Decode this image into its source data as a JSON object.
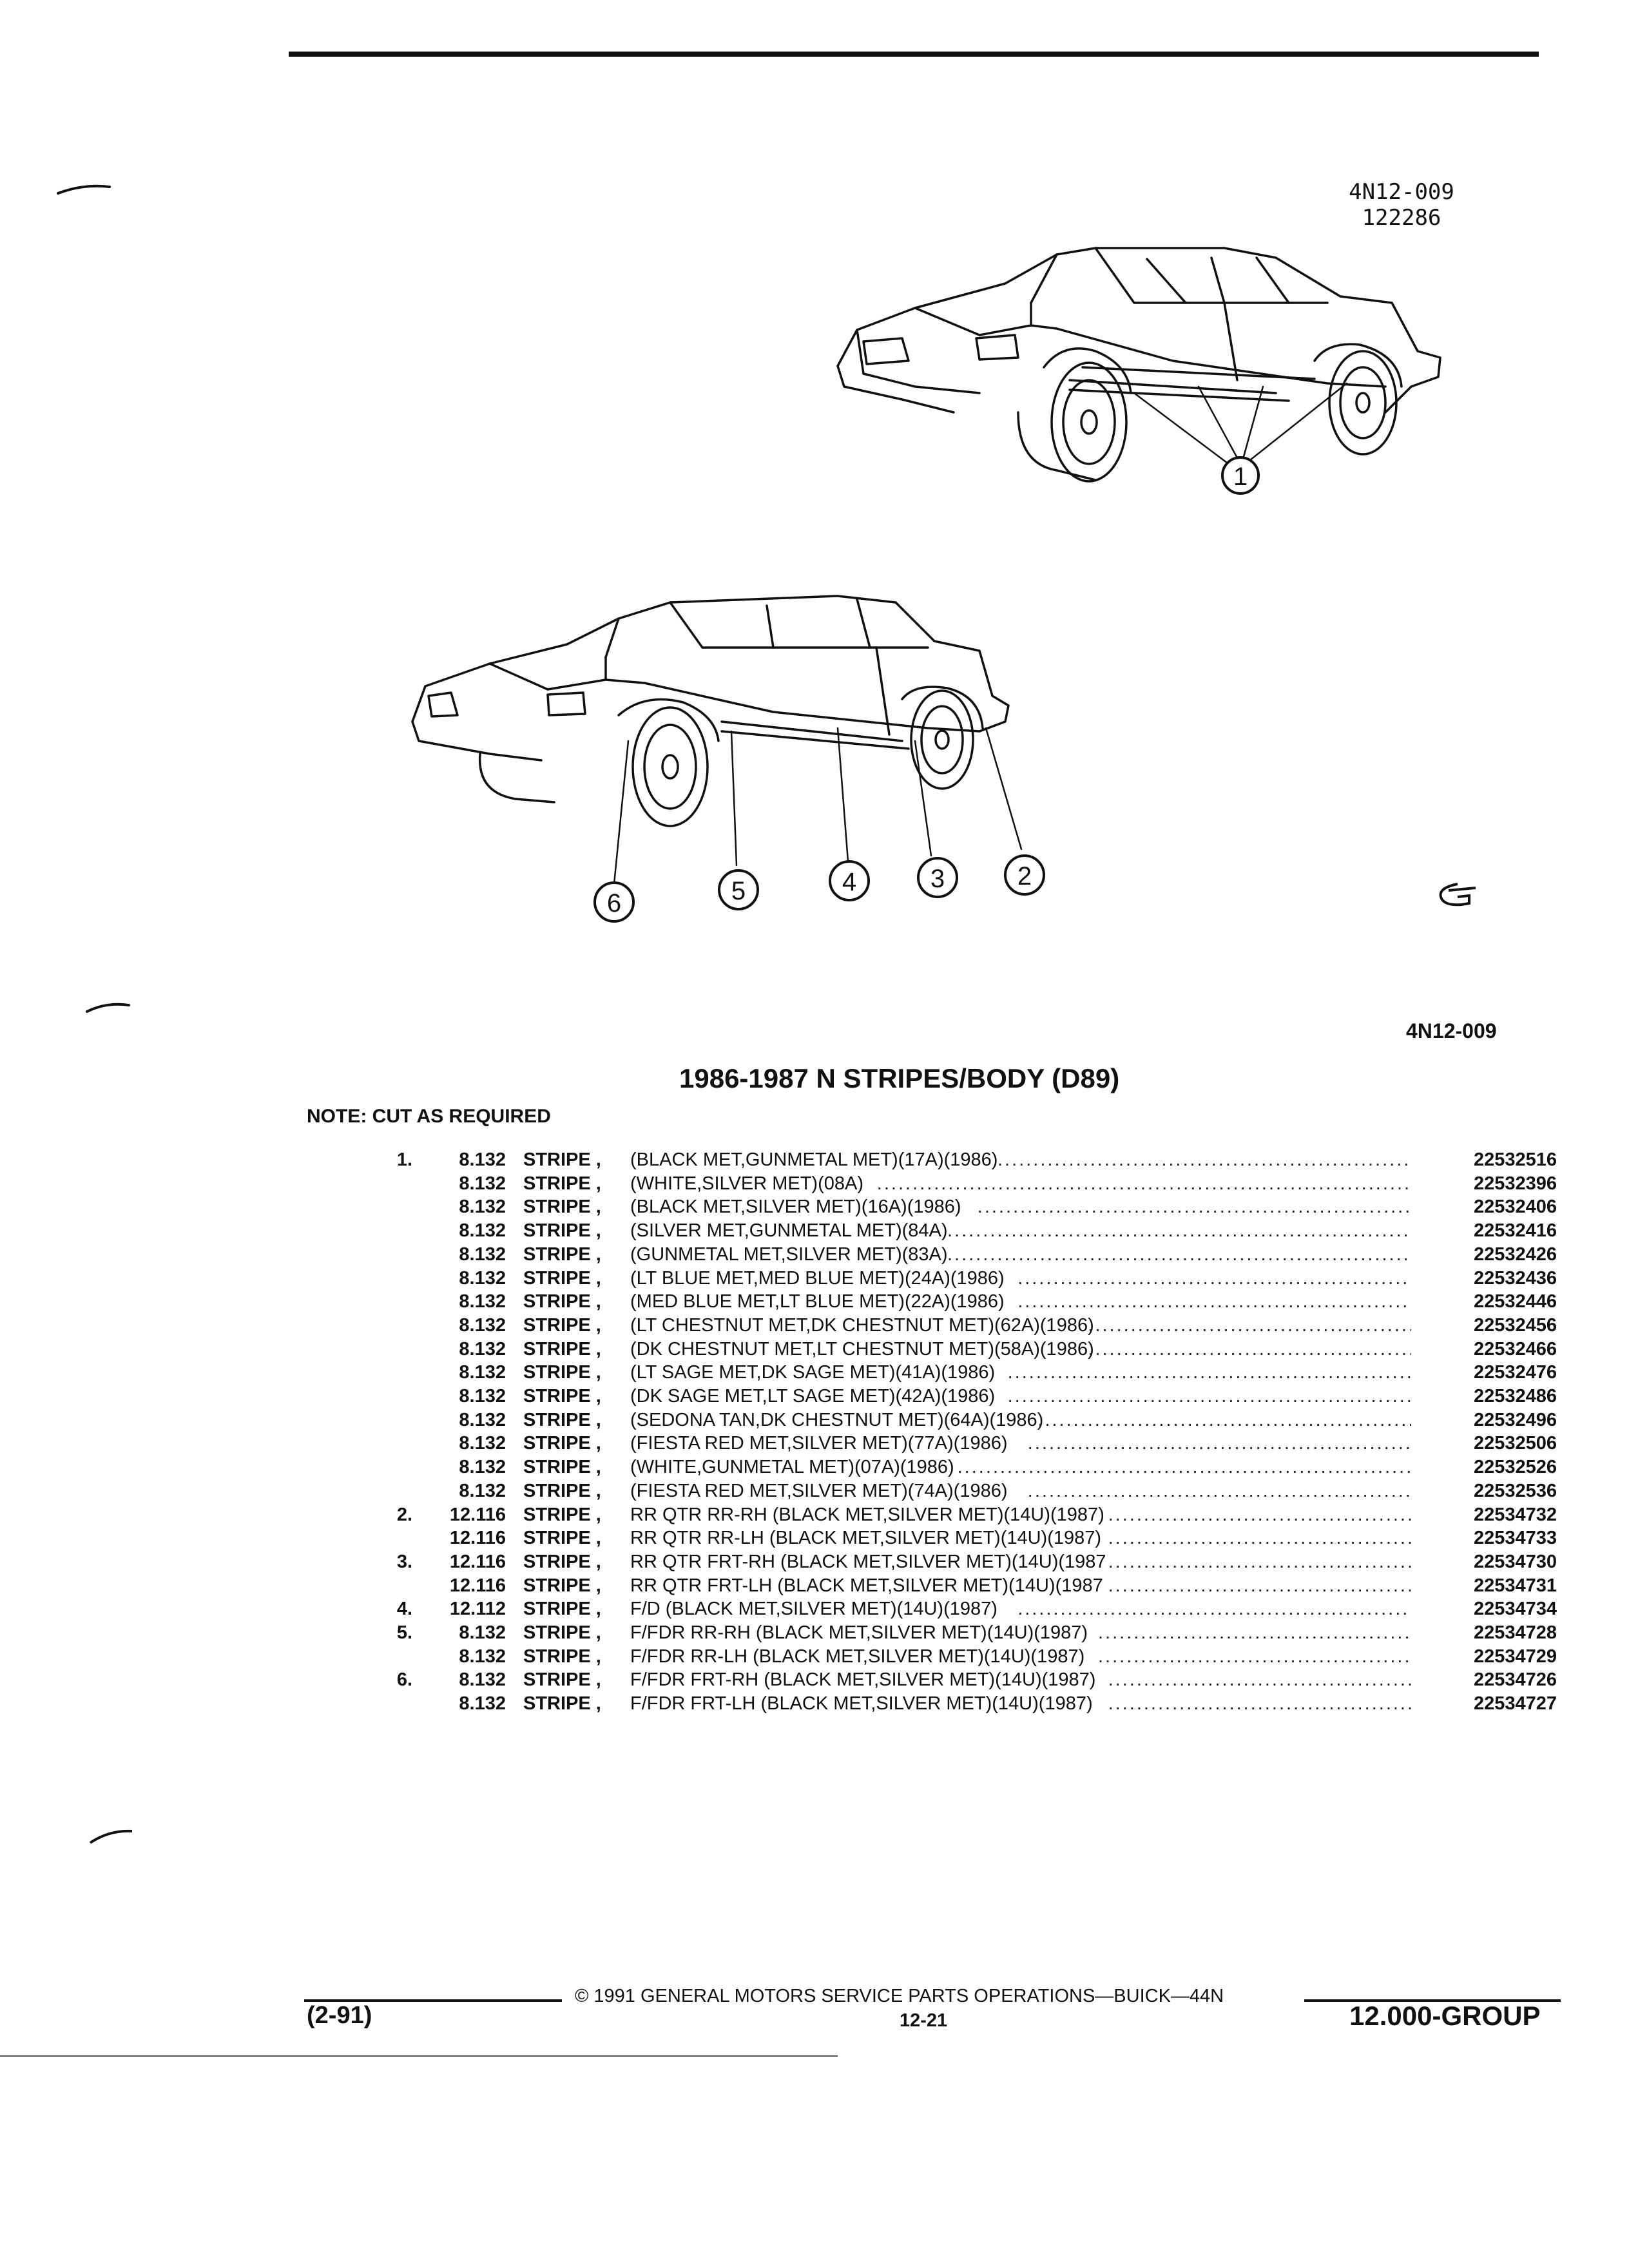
{
  "figure": {
    "code_line1": "4N12-009",
    "code_line2": "122286",
    "code_bottom": "4N12-009",
    "callouts": [
      "1",
      "2",
      "3",
      "4",
      "5",
      "6"
    ]
  },
  "section": {
    "title": "1986-1987 N STRIPES/BODY (D89)",
    "note": "NOTE:  CUT AS REQUIRED"
  },
  "parts": [
    {
      "idx": "1.",
      "qty": "8.132",
      "name": "STRIPE ,",
      "desc": "(BLACK MET,GUNMETAL MET)(17A)(1986)",
      "pn": "22532516"
    },
    {
      "idx": "",
      "qty": "8.132",
      "name": "STRIPE ,",
      "desc": "(WHITE,SILVER MET)(08A)",
      "pn": "22532396"
    },
    {
      "idx": "",
      "qty": "8.132",
      "name": "STRIPE ,",
      "desc": "(BLACK MET,SILVER MET)(16A)(1986)",
      "pn": "22532406"
    },
    {
      "idx": "",
      "qty": "8.132",
      "name": "STRIPE ,",
      "desc": "(SILVER MET,GUNMETAL MET)(84A)",
      "pn": "22532416"
    },
    {
      "idx": "",
      "qty": "8.132",
      "name": "STRIPE ,",
      "desc": "(GUNMETAL MET,SILVER MET)(83A)",
      "pn": "22532426"
    },
    {
      "idx": "",
      "qty": "8.132",
      "name": "STRIPE ,",
      "desc": "(LT BLUE MET,MED BLUE MET)(24A)(1986)",
      "pn": "22532436"
    },
    {
      "idx": "",
      "qty": "8.132",
      "name": "STRIPE ,",
      "desc": "(MED BLUE MET,LT BLUE MET)(22A)(1986)",
      "pn": "22532446"
    },
    {
      "idx": "",
      "qty": "8.132",
      "name": "STRIPE ,",
      "desc": "(LT CHESTNUT MET,DK CHESTNUT MET)(62A)(1986)",
      "pn": "22532456"
    },
    {
      "idx": "",
      "qty": "8.132",
      "name": "STRIPE ,",
      "desc": "(DK CHESTNUT MET,LT CHESTNUT MET)(58A)(1986)",
      "pn": "22532466"
    },
    {
      "idx": "",
      "qty": "8.132",
      "name": "STRIPE ,",
      "desc": "(LT SAGE MET,DK SAGE MET)(41A)(1986)",
      "pn": "22532476"
    },
    {
      "idx": "",
      "qty": "8.132",
      "name": "STRIPE ,",
      "desc": "(DK SAGE MET,LT SAGE MET)(42A)(1986)",
      "pn": "22532486"
    },
    {
      "idx": "",
      "qty": "8.132",
      "name": "STRIPE ,",
      "desc": "(SEDONA TAN,DK CHESTNUT MET)(64A)(1986)",
      "pn": "22532496"
    },
    {
      "idx": "",
      "qty": "8.132",
      "name": "STRIPE ,",
      "desc": "(FIESTA RED MET,SILVER MET)(77A)(1986)",
      "pn": "22532506"
    },
    {
      "idx": "",
      "qty": "8.132",
      "name": "STRIPE ,",
      "desc": "(WHITE,GUNMETAL MET)(07A)(1986)",
      "pn": "22532526"
    },
    {
      "idx": "",
      "qty": "8.132",
      "name": "STRIPE ,",
      "desc": "(FIESTA RED MET,SILVER MET)(74A)(1986)",
      "pn": "22532536"
    },
    {
      "idx": "2.",
      "qty": "12.116",
      "name": "STRIPE ,",
      "desc": "RR QTR RR-RH (BLACK MET,SILVER MET)(14U)(1987)",
      "pn": "22534732"
    },
    {
      "idx": "",
      "qty": "12.116",
      "name": "STRIPE ,",
      "desc": "RR QTR RR-LH (BLACK MET,SILVER MET)(14U)(1987)",
      "pn": "22534733"
    },
    {
      "idx": "3.",
      "qty": "12.116",
      "name": "STRIPE ,",
      "desc": "RR QTR FRT-RH (BLACK MET,SILVER MET)(14U)(1987",
      "pn": "22534730"
    },
    {
      "idx": "",
      "qty": "12.116",
      "name": "STRIPE ,",
      "desc": "RR QTR FRT-LH (BLACK MET,SILVER MET)(14U)(1987",
      "pn": "22534731"
    },
    {
      "idx": "4.",
      "qty": "12.112",
      "name": "STRIPE ,",
      "desc": "F/D (BLACK MET,SILVER MET)(14U)(1987)",
      "pn": "22534734"
    },
    {
      "idx": "5.",
      "qty": "8.132",
      "name": "STRIPE ,",
      "desc": "F/FDR RR-RH (BLACK MET,SILVER MET)(14U)(1987)",
      "pn": "22534728"
    },
    {
      "idx": "",
      "qty": "8.132",
      "name": "STRIPE ,",
      "desc": "F/FDR RR-LH (BLACK MET,SILVER MET)(14U)(1987)",
      "pn": "22534729"
    },
    {
      "idx": "6.",
      "qty": "8.132",
      "name": "STRIPE ,",
      "desc": "F/FDR FRT-RH (BLACK MET,SILVER MET)(14U)(1987)",
      "pn": "22534726"
    },
    {
      "idx": "",
      "qty": "8.132",
      "name": "STRIPE ,",
      "desc": "F/FDR FRT-LH (BLACK MET,SILVER MET)(14U)(1987)",
      "pn": "22534727"
    }
  ],
  "footer": {
    "copyright": "© 1991  GENERAL MOTORS SERVICE PARTS OPERATIONS—BUICK—44N",
    "date_code": "(2-91)",
    "page": "12-21",
    "group": "12.000-GROUP"
  }
}
